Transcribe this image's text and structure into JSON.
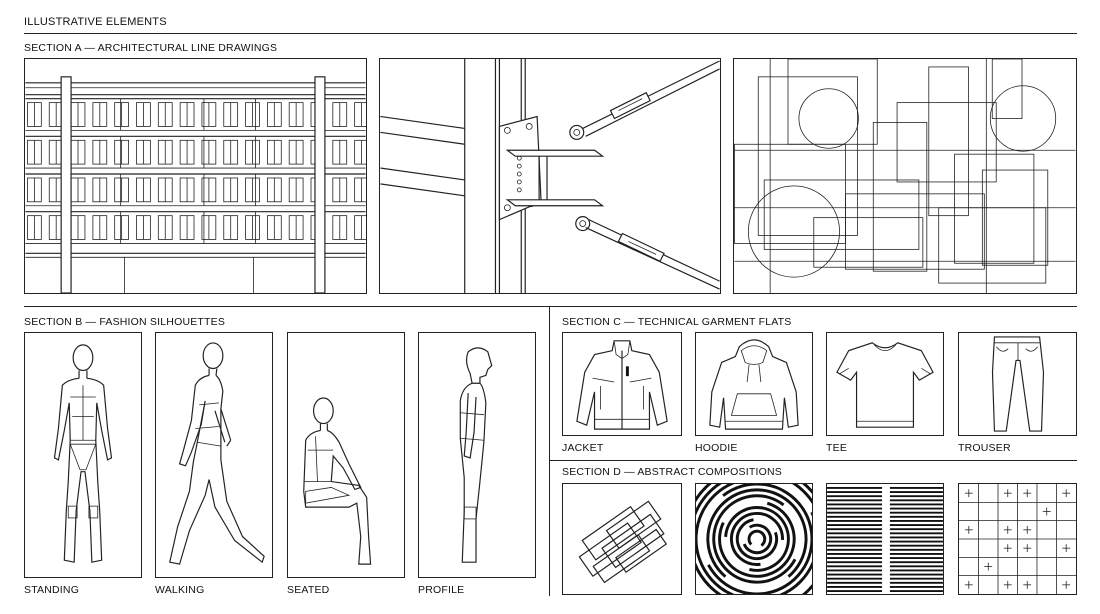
{
  "header": {
    "title": "ILLUSTRATIVE ELEMENTS"
  },
  "sections": {
    "a": {
      "title": "SECTION A — ARCHITECTURAL LINE DRAWINGS"
    },
    "b": {
      "title": "SECTION B — FASHION SILHOUETTES",
      "figures": [
        {
          "label": "STANDING"
        },
        {
          "label": "WALKING"
        },
        {
          "label": "SEATED"
        },
        {
          "label": "PROFILE"
        }
      ]
    },
    "c": {
      "title": "SECTION C — TECHNICAL GARMENT FLATS",
      "garments": [
        {
          "label": "JACKET"
        },
        {
          "label": "HOODIE"
        },
        {
          "label": "TEE"
        },
        {
          "label": "TROUSER"
        }
      ]
    },
    "d": {
      "title": "SECTION D — ABSTRACT COMPOSITIONS"
    }
  },
  "colors": {
    "ink": "#111111",
    "background": "#ffffff"
  }
}
